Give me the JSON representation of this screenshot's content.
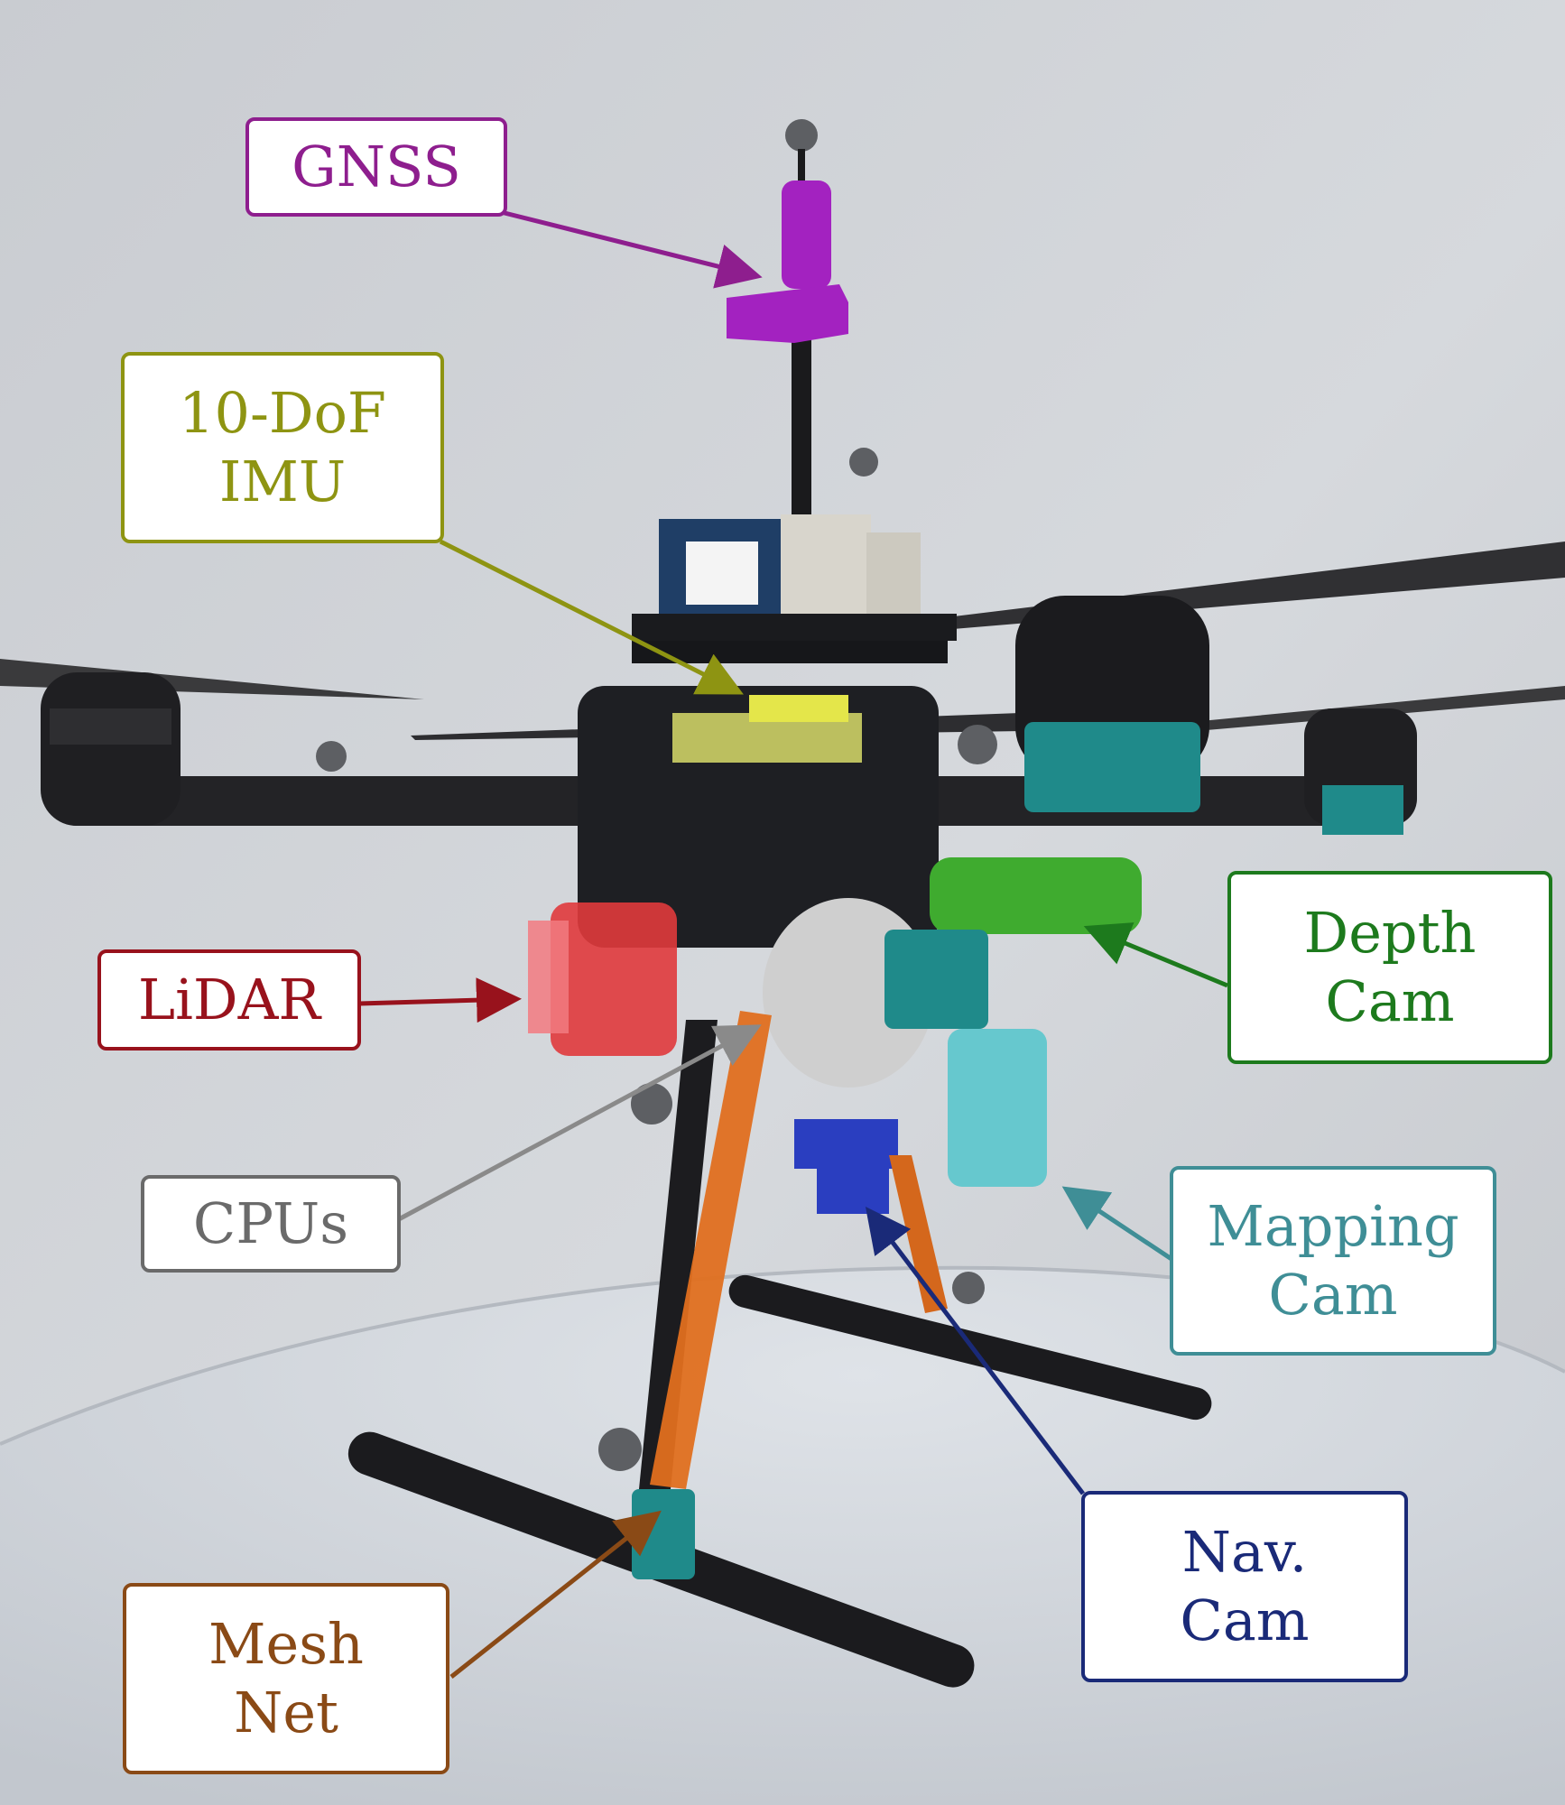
{
  "labels": {
    "gnss": {
      "line1": "GNSS",
      "color": "#8e1e8e"
    },
    "imu": {
      "line1": "10-DoF",
      "line2": "IMU",
      "color": "#8e9412"
    },
    "lidar": {
      "line1": "LiDAR",
      "color": "#98121c"
    },
    "cpus": {
      "line1": "CPUs",
      "color": "#6a6a6a"
    },
    "depth_cam": {
      "line1": "Depth",
      "line2": "Cam",
      "color": "#1d7a1d"
    },
    "mapping_cam": {
      "line1": "Mapping",
      "line2": "Cam",
      "color": "#3f8e96"
    },
    "nav_cam": {
      "line1": "Nav.",
      "line2": "Cam",
      "color": "#1a2a78"
    },
    "mesh_net": {
      "line1": "Mesh",
      "line2": "Net",
      "color": "#8a4a16"
    }
  }
}
